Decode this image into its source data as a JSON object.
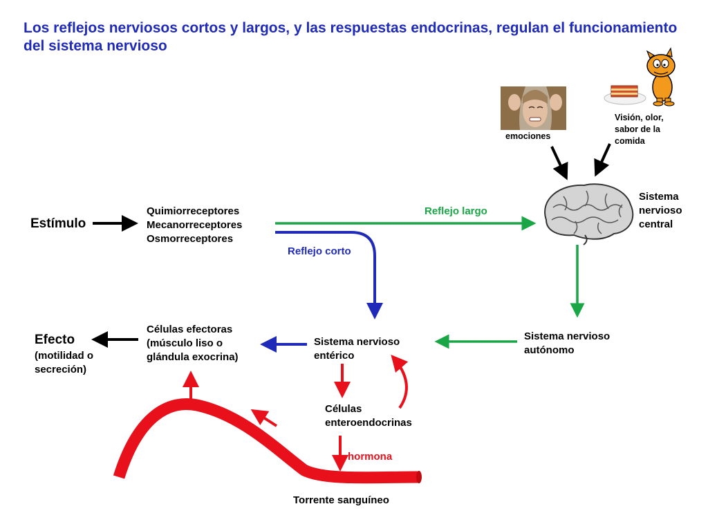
{
  "title": "Los reflejos nerviosos cortos y largos, y las respuestas endocrinas, regulan el funcionamiento del sistema nervioso",
  "nodes": {
    "estimulo": "Estímulo",
    "receptores": [
      "Quimiorreceptores",
      "Mecanorreceptores",
      "Osmorreceptores"
    ],
    "reflejo_largo": "Reflejo largo",
    "reflejo_corto": "Reflejo corto",
    "snc": [
      "Sistema",
      "nervioso",
      "central"
    ],
    "emociones": "emociones",
    "vision": [
      "Visión, olor,",
      "sabor de la",
      "comida"
    ],
    "sna": [
      "Sistema nervioso",
      "autónomo"
    ],
    "sne": [
      "Sistema nervioso",
      "entérico"
    ],
    "efectoras": [
      "Células efectoras",
      "(músculo liso o",
      "glándula exocrina)"
    ],
    "efecto_title": "Efecto",
    "efecto_sub": [
      "(motilidad o",
      "secreción)"
    ],
    "enteroendocrinas": [
      "Células",
      "enteroendocrinas"
    ],
    "hormona": "hormona",
    "torrente": "Torrente sanguíneo"
  },
  "colors": {
    "blue": "#1f2bb8",
    "green": "#1aa647",
    "red": "#e8101a",
    "black": "#000000"
  }
}
